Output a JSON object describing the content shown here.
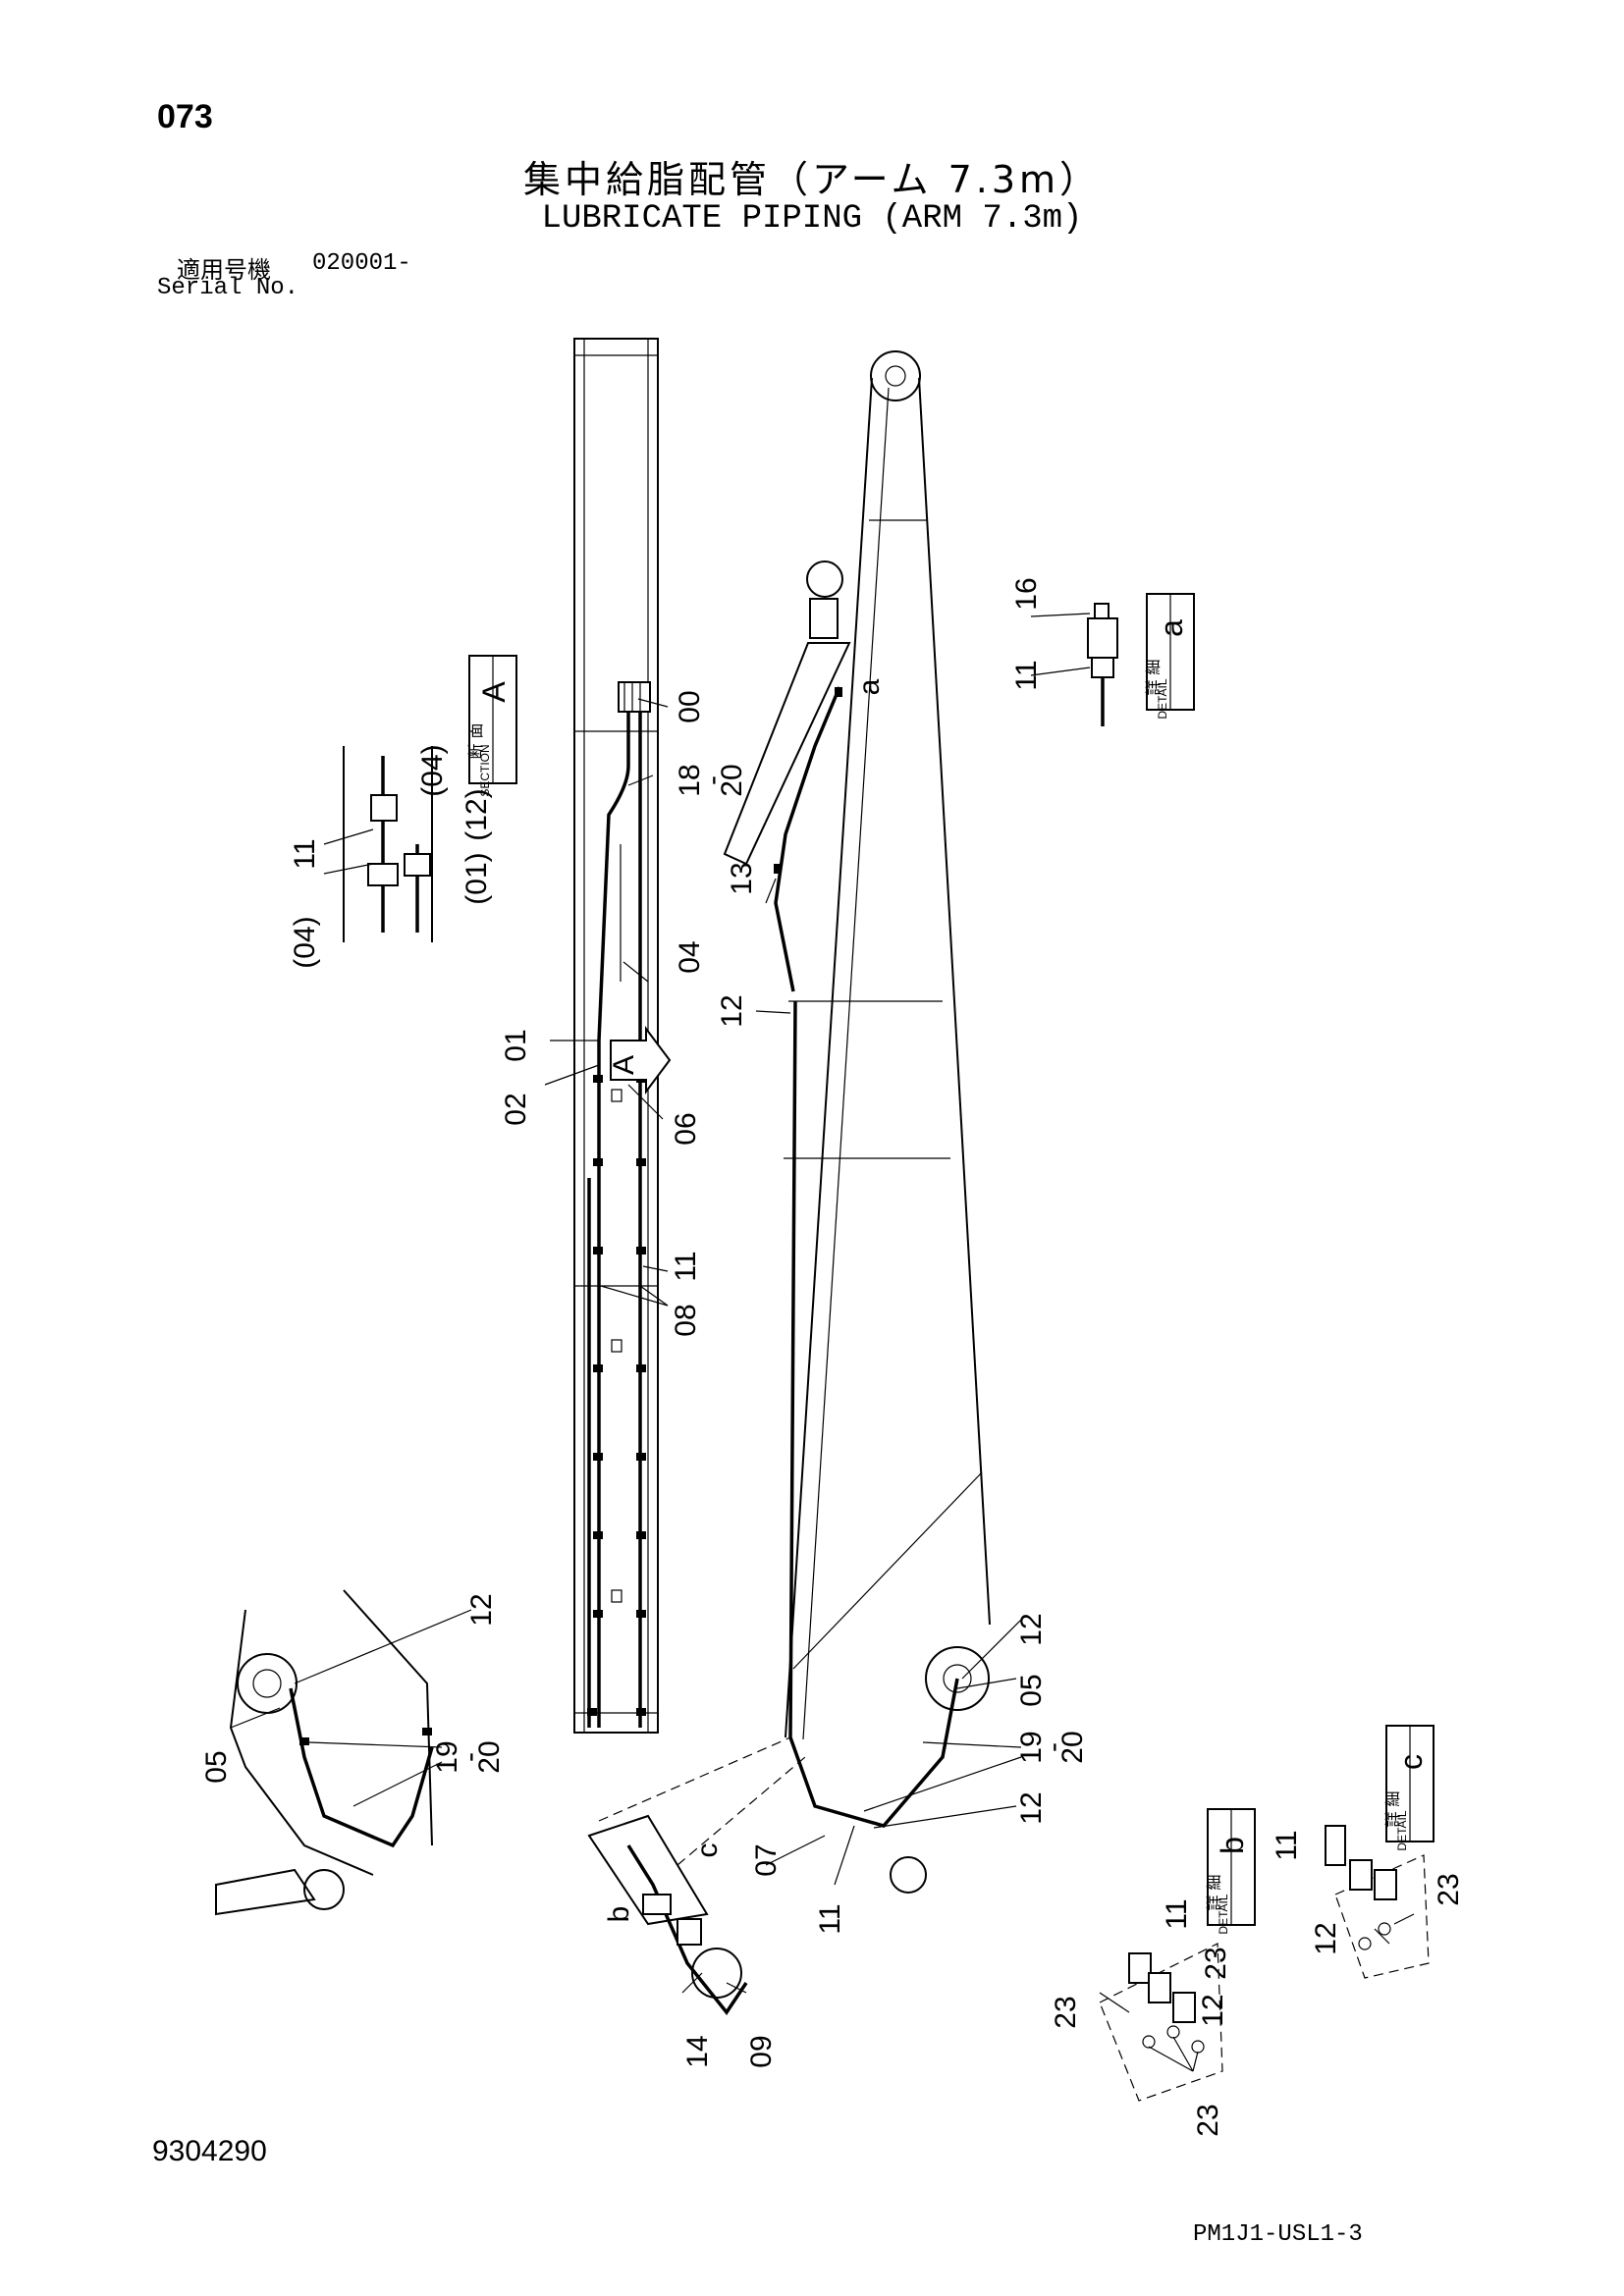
{
  "header": {
    "page_number": "073",
    "title_jp": "集中給脂配管（アーム 7.3m）",
    "title_en": "LUBRICATE PIPING (ARM 7.3m)",
    "serial_label_jp": "適用号機",
    "serial_value": "020001-",
    "serial_label_en": "Serial No."
  },
  "footer": {
    "part_number": "9304290",
    "doc_code": "PM1J1-USL1-3"
  },
  "detail_tags": {
    "section_a": {
      "letter": "A",
      "jp": "断 面",
      "en": "SECTION"
    },
    "detail_a": {
      "letter": "a",
      "jp": "詳 細",
      "en": "DETAIL"
    },
    "detail_b": {
      "letter": "b",
      "jp": "詳 細",
      "en": "DETAIL"
    },
    "detail_c": {
      "letter": "c",
      "jp": "詳 細",
      "en": "DETAIL"
    }
  },
  "callouts": {
    "c00": "00",
    "c1820": "18\n-\n20",
    "c04": "04",
    "c01": "01",
    "c02": "02",
    "c06": "06",
    "c11_center": "11",
    "c08": "08",
    "cA_arrow": "A",
    "s_11": "11",
    "s_04_top": "(04)",
    "s_04_bot": "(04)",
    "s_01": "(01)",
    "s_12": "(12)",
    "r_13": "13",
    "r_12": "12",
    "r_a": "a",
    "d_16": "16",
    "d_11": "11",
    "l_12": "12",
    "l_05": "05",
    "l_19": "19",
    "l_dash": "-",
    "l_20": "20",
    "rb_12a": "12",
    "rb_05": "05",
    "rb_19": "19",
    "rb_dash": "-",
    "rb_20": "20",
    "rb_12b": "12",
    "rb_07": "07",
    "rb_11": "11",
    "m_c": "c",
    "m_b": "b",
    "m_14": "14",
    "m_09": "09",
    "b_11": "11",
    "b_23a": "23",
    "b_23b": "23",
    "b_12": "12",
    "b_23c": "23",
    "c_11": "11",
    "c_12": "12",
    "c_23": "23"
  }
}
